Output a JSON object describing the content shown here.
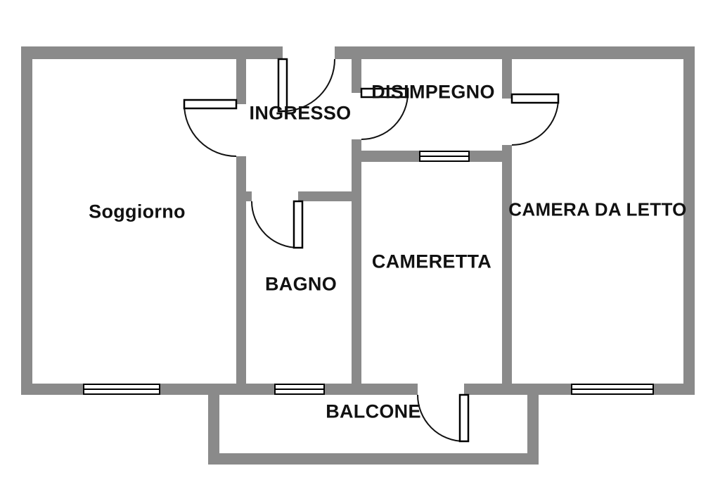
{
  "colors": {
    "wall": "#8a8a8a",
    "line": "#000000",
    "background": "#ffffff",
    "text": "#111111"
  },
  "rooms": [
    {
      "id": "soggiorno",
      "label": "Soggiorno"
    },
    {
      "id": "ingresso",
      "label": "INGRESSO"
    },
    {
      "id": "disimpegno",
      "label": "DISIMPEGNO"
    },
    {
      "id": "bagno",
      "label": "BAGNO"
    },
    {
      "id": "cameretta",
      "label": "CAMERETTA"
    },
    {
      "id": "camera-da-letto",
      "label": "CAMERA DA LETTO"
    },
    {
      "id": "balcone",
      "label": "BALCONE"
    }
  ]
}
